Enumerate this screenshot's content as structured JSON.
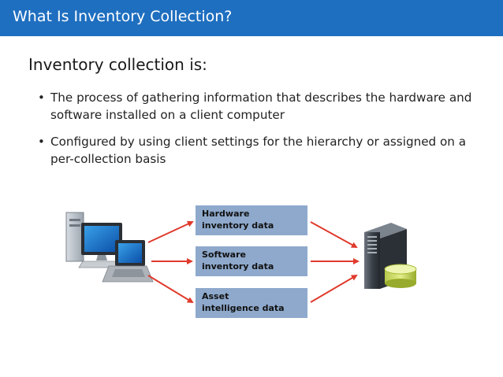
{
  "slide": {
    "title": "What Is Inventory Collection?",
    "heading": "Inventory collection is:",
    "bullets": [
      "The process of gathering information that describes the hardware and software installed on a client computer",
      "Configured by using client settings for the hierarchy  or assigned on a per-collection basis"
    ],
    "bullet_glyph": "•"
  },
  "diagram": {
    "data_boxes": [
      {
        "line1": "Hardware",
        "line2": "inventory data"
      },
      {
        "line1": "Software",
        "line2": "inventory data"
      },
      {
        "line1": "Asset",
        "line2": "intelligence data"
      }
    ],
    "icons": [
      "desktop-computer-icon",
      "laptop-icon",
      "server-icon",
      "database-icon"
    ]
  },
  "colors": {
    "title_bar": "#1f6fc0",
    "data_box": "#8ea9cc",
    "arrow": "#e03a2c"
  }
}
